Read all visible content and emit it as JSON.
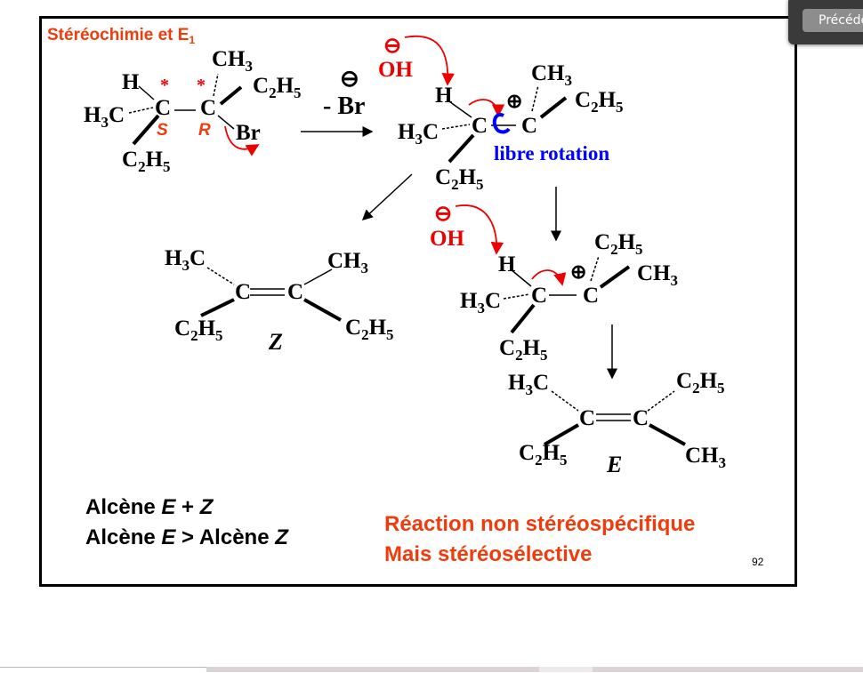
{
  "slide": {
    "title": "Stéréochimie et E",
    "title_sub": "1",
    "page_number": "92",
    "start": {
      "H": "H",
      "H3C": "H3C",
      "C1": "C",
      "C2": "C",
      "C2H5_a": "C2H5",
      "CH3": "CH3",
      "C2H5_b": "C2H5",
      "Br": "Br",
      "star": "*",
      "S": "S",
      "R": "R"
    },
    "leaving": {
      "minus": "⊖",
      "label": "- Br"
    },
    "cation1": {
      "minus": "⊖",
      "OH": "OH",
      "H": "H",
      "H3C": "H3C",
      "C1": "C",
      "plus": "⊕",
      "C2": "C",
      "CH3": "CH3",
      "C2H5_a": "C2H5",
      "C2H5_b": "C2H5",
      "rotation": "libre rotation"
    },
    "alkene_z": {
      "H3C": "H3C",
      "CH3": "CH3",
      "C1": "C",
      "C2": "C",
      "C2H5_a": "C2H5",
      "C2H5_b": "C2H5",
      "label": "Z"
    },
    "cation2": {
      "minus": "⊖",
      "OH": "OH",
      "H": "H",
      "H3C": "H3C",
      "C1": "C",
      "plus": "⊕",
      "C2": "C",
      "C2H5_a": "C2H5",
      "CH3": "CH3",
      "C2H5_b": "C2H5"
    },
    "alkene_e": {
      "H3C": "H3C",
      "C2H5_a": "C2H5",
      "C1": "C",
      "C2": "C",
      "C2H5_b": "C2H5",
      "CH3": "CH3",
      "label": "E"
    },
    "conclusion": {
      "line1": {
        "a": "Alcène ",
        "b": "E",
        "c": " + ",
        "d": "Z"
      },
      "line2": {
        "a": "Alcène ",
        "b": "E",
        "c": " > Alcène ",
        "d": "Z"
      }
    },
    "remark": {
      "line1": "Réaction non stéréospécifique",
      "line2": "Mais stéréosélective"
    }
  },
  "overlay": {
    "prev_button": "Précédent"
  },
  "colors": {
    "accent": "#f03c0c",
    "arrow": "#e00000",
    "rotation": "#0000ff"
  }
}
